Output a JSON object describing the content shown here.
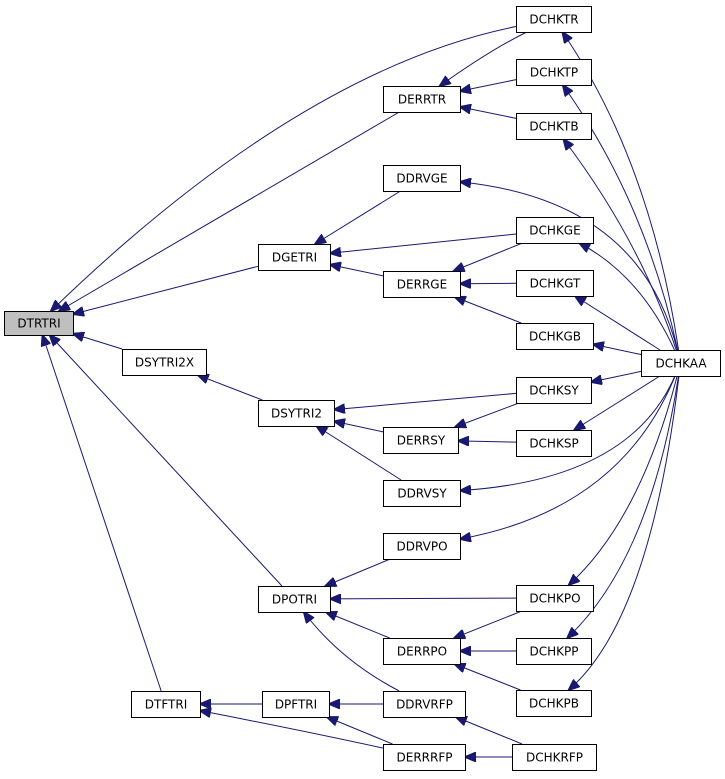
{
  "colors": {
    "edge": "#191970",
    "root_fill": "#bfbfbf",
    "node_fill": "#ffffff",
    "border": "#000000"
  },
  "nodes": [
    {
      "id": "DTRTRI",
      "label": "DTRTRI",
      "root": true
    },
    {
      "id": "DCHKTR",
      "label": "DCHKTR"
    },
    {
      "id": "DERRTR",
      "label": "DERRTR"
    },
    {
      "id": "DCHKTP",
      "label": "DCHKTP"
    },
    {
      "id": "DCHKTB",
      "label": "DCHKTB"
    },
    {
      "id": "DDRVGE",
      "label": "DDRVGE"
    },
    {
      "id": "DGETRI",
      "label": "DGETRI"
    },
    {
      "id": "DCHKGE",
      "label": "DCHKGE"
    },
    {
      "id": "DERRGE",
      "label": "DERRGE"
    },
    {
      "id": "DCHKGT",
      "label": "DCHKGT"
    },
    {
      "id": "DCHKGB",
      "label": "DCHKGB"
    },
    {
      "id": "DCHKAA",
      "label": "DCHKAA"
    },
    {
      "id": "DSYTRI2X",
      "label": "DSYTRI2X"
    },
    {
      "id": "DCHKSY",
      "label": "DCHKSY"
    },
    {
      "id": "DSYTRI2",
      "label": "DSYTRI2"
    },
    {
      "id": "DERRSY",
      "label": "DERRSY"
    },
    {
      "id": "DCHKSP",
      "label": "DCHKSP"
    },
    {
      "id": "DDRVSY",
      "label": "DDRVSY"
    },
    {
      "id": "DDRVPO",
      "label": "DDRVPO"
    },
    {
      "id": "DPOTRI",
      "label": "DPOTRI"
    },
    {
      "id": "DCHKPO",
      "label": "DCHKPO"
    },
    {
      "id": "DERRPO",
      "label": "DERRPO"
    },
    {
      "id": "DCHKPP",
      "label": "DCHKPP"
    },
    {
      "id": "DTFTRI",
      "label": "DTFTRI"
    },
    {
      "id": "DPFTRI",
      "label": "DPFTRI"
    },
    {
      "id": "DDRVRFP",
      "label": "DDRVRFP"
    },
    {
      "id": "DCHKPB",
      "label": "DCHKPB"
    },
    {
      "id": "DERRRFP",
      "label": "DERRRFP"
    },
    {
      "id": "DCHKRFP",
      "label": "DCHKRFP"
    }
  ],
  "edges": [
    {
      "from": "DCHKTR",
      "to": "DTRTRI"
    },
    {
      "from": "DERRTR",
      "to": "DTRTRI"
    },
    {
      "from": "DGETRI",
      "to": "DTRTRI"
    },
    {
      "from": "DSYTRI2X",
      "to": "DTRTRI"
    },
    {
      "from": "DPOTRI",
      "to": "DTRTRI"
    },
    {
      "from": "DTFTRI",
      "to": "DTRTRI"
    },
    {
      "from": "DCHKTR",
      "to": "DERRTR"
    },
    {
      "from": "DCHKTP",
      "to": "DERRTR"
    },
    {
      "from": "DCHKTB",
      "to": "DERRTR"
    },
    {
      "from": "DCHKAA",
      "to": "DCHKTR"
    },
    {
      "from": "DCHKAA",
      "to": "DCHKTP"
    },
    {
      "from": "DCHKAA",
      "to": "DCHKTB"
    },
    {
      "from": "DDRVGE",
      "to": "DGETRI"
    },
    {
      "from": "DCHKGE",
      "to": "DGETRI"
    },
    {
      "from": "DERRGE",
      "to": "DGETRI"
    },
    {
      "from": "DCHKAA",
      "to": "DDRVGE"
    },
    {
      "from": "DCHKGE",
      "to": "DERRGE"
    },
    {
      "from": "DCHKGT",
      "to": "DERRGE"
    },
    {
      "from": "DCHKGB",
      "to": "DERRGE"
    },
    {
      "from": "DCHKAA",
      "to": "DCHKGE"
    },
    {
      "from": "DCHKAA",
      "to": "DCHKGT"
    },
    {
      "from": "DCHKAA",
      "to": "DCHKGB"
    },
    {
      "from": "DSYTRI2",
      "to": "DSYTRI2X"
    },
    {
      "from": "DCHKSY",
      "to": "DSYTRI2"
    },
    {
      "from": "DERRSY",
      "to": "DSYTRI2"
    },
    {
      "from": "DDRVSY",
      "to": "DSYTRI2"
    },
    {
      "from": "DCHKSY",
      "to": "DERRSY"
    },
    {
      "from": "DCHKSP",
      "to": "DERRSY"
    },
    {
      "from": "DCHKAA",
      "to": "DCHKSY"
    },
    {
      "from": "DCHKAA",
      "to": "DCHKSP"
    },
    {
      "from": "DCHKAA",
      "to": "DDRVSY"
    },
    {
      "from": "DCHKAA",
      "to": "DDRVPO"
    },
    {
      "from": "DDRVPO",
      "to": "DPOTRI"
    },
    {
      "from": "DCHKPO",
      "to": "DPOTRI"
    },
    {
      "from": "DERRPO",
      "to": "DPOTRI"
    },
    {
      "from": "DDRVRFP",
      "to": "DPOTRI"
    },
    {
      "from": "DCHKPO",
      "to": "DERRPO"
    },
    {
      "from": "DCHKPP",
      "to": "DERRPO"
    },
    {
      "from": "DCHKPB",
      "to": "DERRPO"
    },
    {
      "from": "DCHKAA",
      "to": "DCHKPO"
    },
    {
      "from": "DCHKAA",
      "to": "DCHKPP"
    },
    {
      "from": "DCHKAA",
      "to": "DCHKPB"
    },
    {
      "from": "DPFTRI",
      "to": "DTFTRI"
    },
    {
      "from": "DERRRFP",
      "to": "DTFTRI"
    },
    {
      "from": "DDRVRFP",
      "to": "DPFTRI"
    },
    {
      "from": "DERRRFP",
      "to": "DPFTRI"
    },
    {
      "from": "DCHKRFP",
      "to": "DDRVRFP"
    },
    {
      "from": "DCHKRFP",
      "to": "DERRRFP"
    }
  ]
}
